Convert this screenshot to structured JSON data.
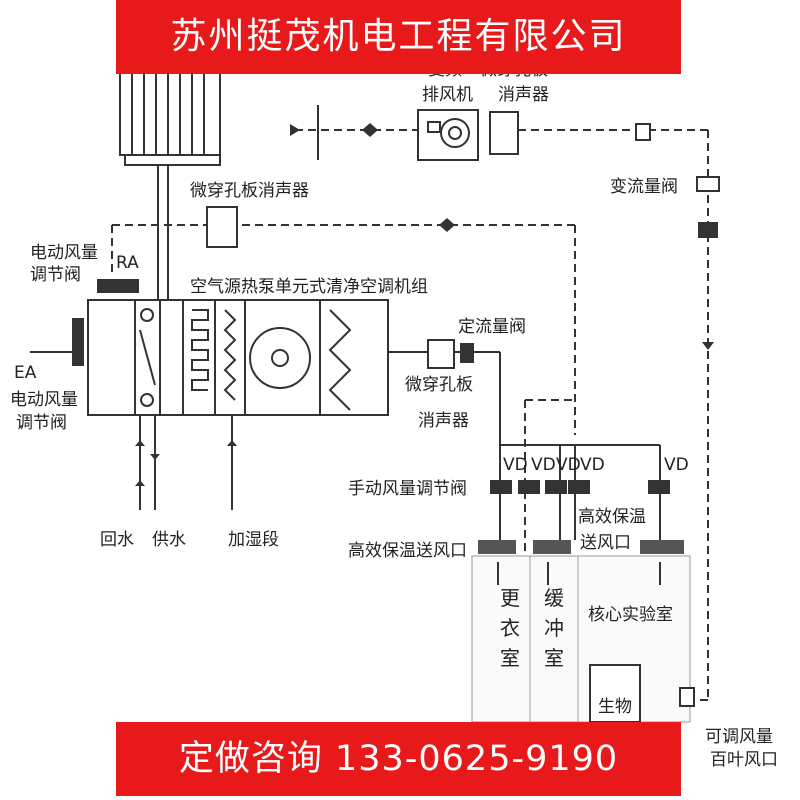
{
  "banner_top": "苏州挺茂机电工程有限公司",
  "banner_bottom": "定做咨询 133-0625-9190",
  "labels": {
    "exhaust_fan_l1": "变频",
    "exhaust_fan_l2": "排风机",
    "silencer_top_l1": "微穿孔板",
    "silencer_top_l2": "消声器",
    "vav_valve": "变流量阀",
    "silencer_mid": "微穿孔板消声器",
    "motor_damper_top_l1": "电动风量",
    "motor_damper_top_l2": "调节阀",
    "ahu": "空气源热泵单元式清净空调机组",
    "cav_valve": "定流量阀",
    "silencer_right_l1": "微穿孔板",
    "silencer_right_l2": "消声器",
    "motor_damper_left_l1": "电动风量",
    "motor_damper_left_l2": "调节阀",
    "manual_damper": "手动风量调节阀",
    "hepa_right_l1": "高效保温",
    "hepa_right_l2": "送风口",
    "hepa_left": "高效保温送风口",
    "return_water": "回水",
    "supply_water": "供水",
    "humidifier": "加湿段",
    "room_changing": "更衣室",
    "room_buffer": "缓冲室",
    "room_core": "核心实验室",
    "bio_cabinet": "生物",
    "louver_l1": "可调风量",
    "louver_l2": "百叶风口",
    "ra_top": "RA",
    "ra_left": "EA",
    "vd1": "VD",
    "vd2": "VD",
    "vd3": "VD",
    "vd4": "VD",
    "vd5": "VD"
  }
}
